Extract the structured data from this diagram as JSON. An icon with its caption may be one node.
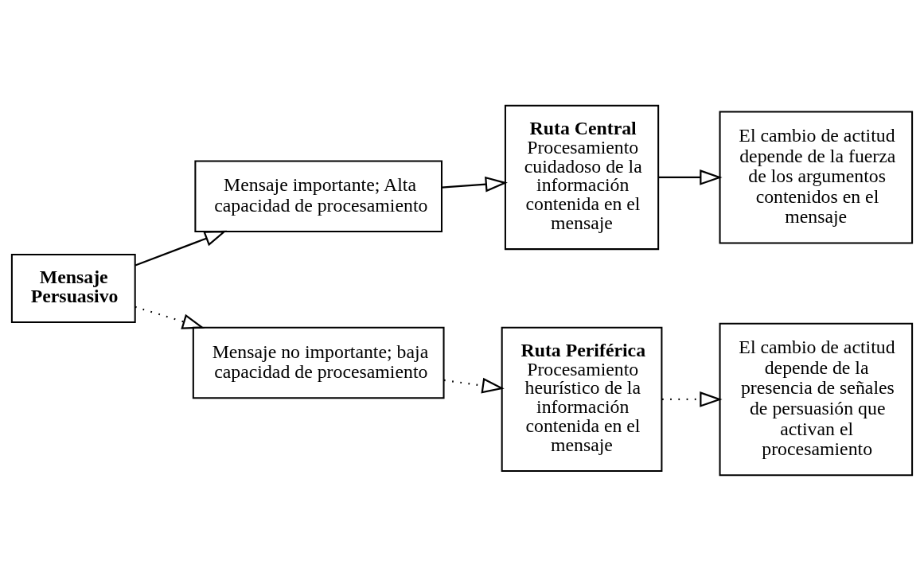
{
  "diagram": {
    "nodes": [
      {
        "text": [
          "Mensaje Persuasivo"
        ]
      },
      {
        "text": [
          "Mensaje importante; Alta capacidad de procesamiento"
        ]
      },
      {
        "text": [
          "Ruta Central",
          "Procesamiento cuidadoso de la información contenida en el mensaje"
        ]
      },
      {
        "text": [
          "El cambio de actitud depende de la fuerza de los argumentos contenidos en el mensaje"
        ]
      },
      {
        "text": [
          "Mensaje no importante; baja capacidad de procesamiento"
        ]
      },
      {
        "text": [
          "Ruta Periférica",
          "Procesamiento heurístico de la información contenida en el mensaje"
        ]
      },
      {
        "text": [
          "El cambio de actitud depende de la presencia de señales de persuasión que activan el procesamiento"
        ]
      }
    ],
    "edges": [
      {
        "from": 0,
        "to": 1,
        "arrow": "to"
      },
      {
        "from": 1,
        "to": 2,
        "arrow": "to"
      },
      {
        "from": 2,
        "to": 3,
        "arrow": "to"
      },
      {
        "from": 0,
        "to": 4,
        "arrow": "to",
        "style": "dashed"
      },
      {
        "from": 4,
        "to": 5,
        "arrow": "to",
        "style": "dashed"
      },
      {
        "from": 5,
        "to": 6,
        "arrow": "to",
        "style": "dashed"
      }
    ]
  }
}
